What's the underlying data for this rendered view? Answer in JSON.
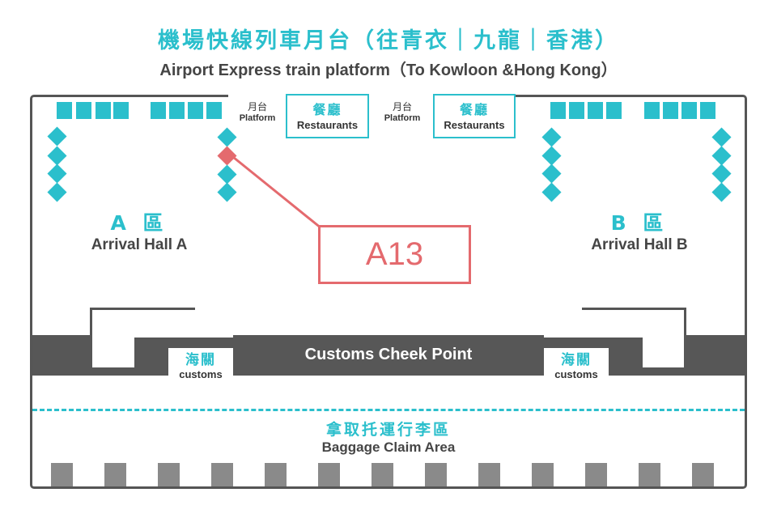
{
  "header": {
    "title_zh": "機場快線列車月台（往青衣｜九龍｜香港）",
    "title_en": "Airport Express train platform（To Kowloon &Hong Kong）"
  },
  "platforms": [
    {
      "zh": "月台",
      "en": "Platform"
    },
    {
      "zh": "月台",
      "en": "Platform"
    }
  ],
  "restaurants": [
    {
      "zh": "餐廳",
      "en": "Restaurants"
    },
    {
      "zh": "餐廳",
      "en": "Restaurants"
    }
  ],
  "halls": {
    "a": {
      "zh": "A 區",
      "en": "Arrival Hall A"
    },
    "b": {
      "zh": "B 區",
      "en": "Arrival Hall B"
    }
  },
  "highlight": {
    "label": "A13"
  },
  "customs": {
    "checkpoint_label": "Customs Cheek Point",
    "left": {
      "zh": "海關",
      "en": "customs"
    },
    "right": {
      "zh": "海關",
      "en": "customs"
    }
  },
  "baggage": {
    "zh": "拿取托運行李區",
    "en": "Baggage Claim Area"
  },
  "colors": {
    "accent": "#2bbfcc",
    "highlight": "#e46a6e",
    "customs_bar": "#575757",
    "carousel": "#8a8a8a"
  }
}
